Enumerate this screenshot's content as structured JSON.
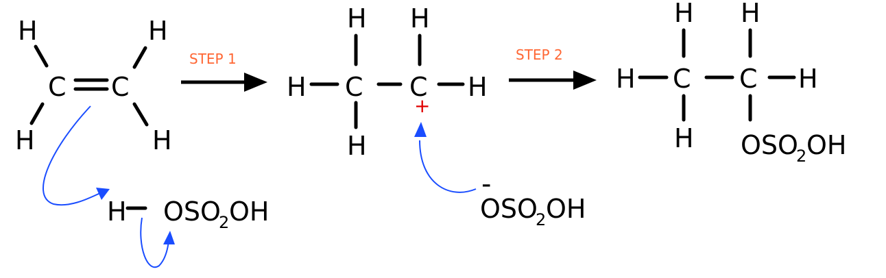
{
  "steps": {
    "step1": "STEP 1",
    "step2": "STEP 2"
  },
  "ethene": {
    "c1": "C",
    "c2": "C",
    "h_tl": "H",
    "h_tr": "H",
    "h_bl": "H",
    "h_br": "H"
  },
  "hydrogen_sulfate_acid": {
    "h": "H",
    "o": "OSO",
    "sub": "2",
    "tail": "OH"
  },
  "carbocation": {
    "h_left": "H",
    "c_left": "C",
    "c_right": "C",
    "h_right": "H",
    "h_top1": "H",
    "h_top2": "H",
    "h_bottom": "H",
    "charge": "+"
  },
  "anion": {
    "charge": "-",
    "o": "OSO",
    "sub": "2",
    "tail": "OH"
  },
  "product": {
    "h_left": "H",
    "c_left": "C",
    "c_right": "C",
    "h_right": "H",
    "h_top1": "H",
    "h_top2": "H",
    "h_bottom": "H",
    "o": "OSO",
    "sub": "2",
    "tail": "OH"
  },
  "colors": {
    "step_label": "#ff6633",
    "curly_arrow": "#1a4dff",
    "charge_plus": "#e00000",
    "ink": "#000000"
  }
}
